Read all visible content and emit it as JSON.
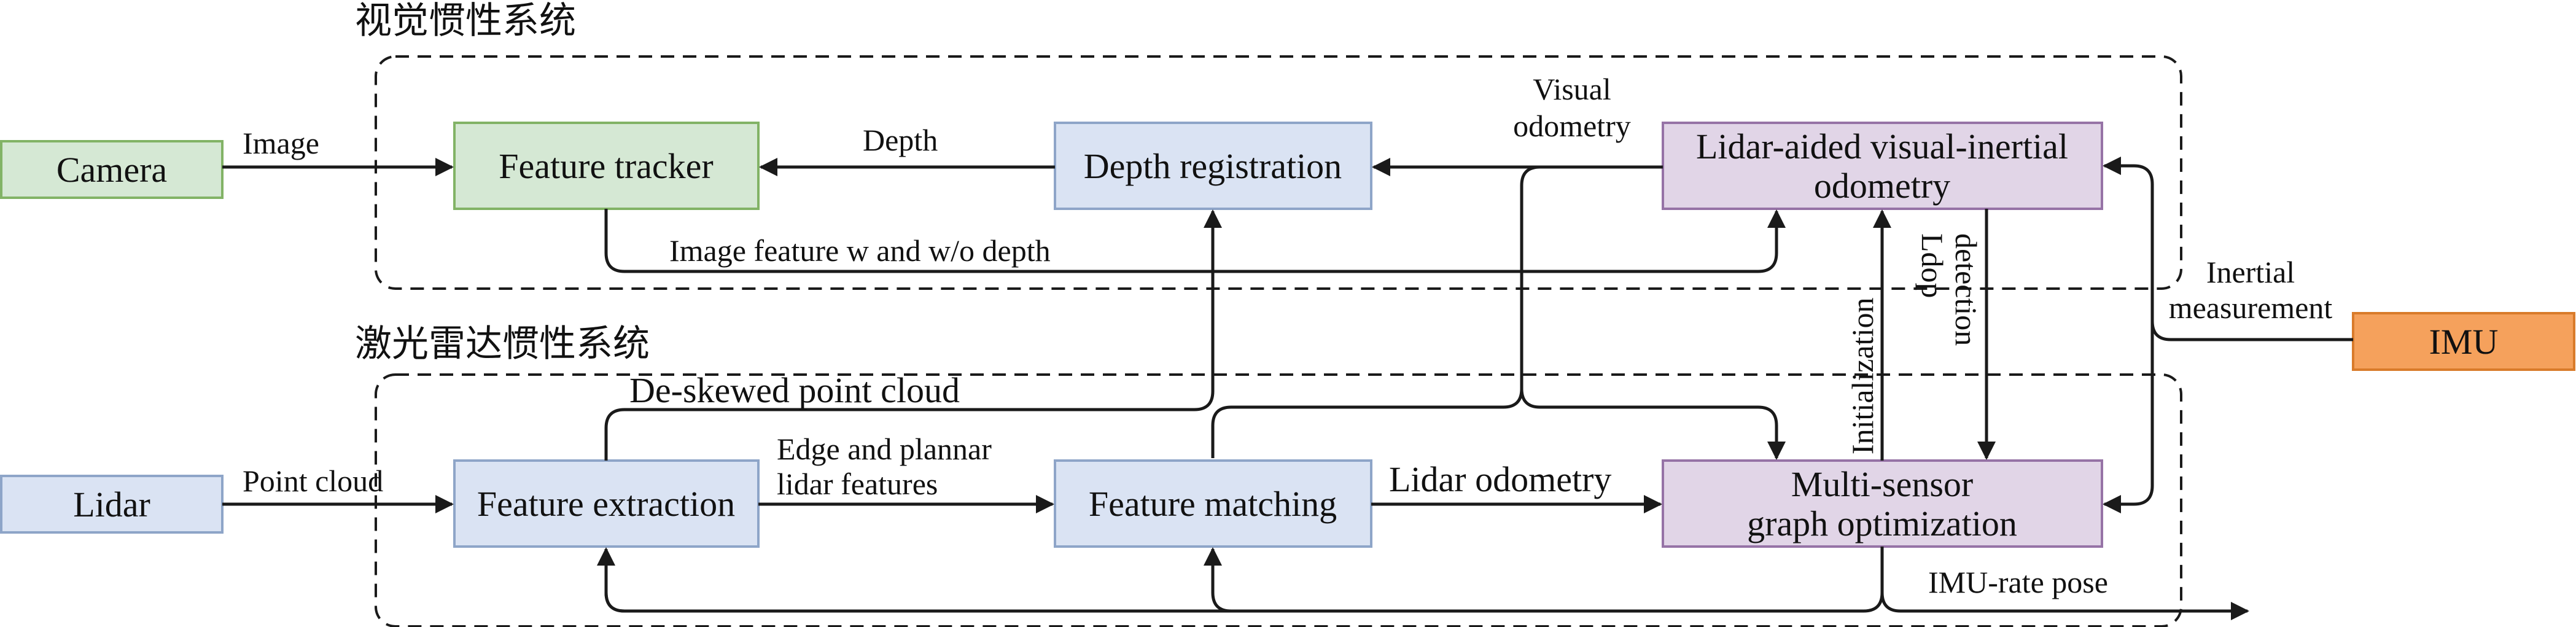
{
  "groups": {
    "visual_inertial": "视觉惯性系统",
    "lidar_inertial": "激光雷达惯性系统"
  },
  "nodes": {
    "camera": "Camera",
    "feature_tracker": "Feature tracker",
    "depth_registration": "Depth registration",
    "lvio_line1": "Lidar-aided visual-inertial",
    "lvio_line2": "odometry",
    "lidar": "Lidar",
    "feature_extraction": "Feature extraction",
    "feature_matching": "Feature matching",
    "mgo_line1": "Multi-sensor",
    "mgo_line2": "graph optimization",
    "imu": "IMU"
  },
  "edges": {
    "image": "Image",
    "depth": "Depth",
    "visual_odometry_line1": "Visual",
    "visual_odometry_line2": "odometry",
    "image_feature": "Image feature w and w/o depth",
    "deskewed_point_cloud": "De-skewed point cloud",
    "point_cloud": "Point cloud",
    "edge_features_line1": "Edge and plannar",
    "edge_features_line2": "lidar features",
    "lidar_odometry": "Lidar odometry",
    "initialization": "Initialization",
    "loop_detection_line1": "Ldop",
    "loop_detection_line2": "detection",
    "inertial_measurement_line1": "Inertial",
    "inertial_measurement_line2": "measurement",
    "imu_rate_pose": "IMU-rate pose"
  },
  "colors": {
    "green_fill": "#d5e8d4",
    "green_stroke": "#82b366",
    "blue_fill": "#dae3f3",
    "blue_stroke": "#8ea5c8",
    "purple_fill": "#e1d5e7",
    "purple_stroke": "#9673a6",
    "orange_fill": "#f5a15c",
    "orange_stroke": "#d97b2a"
  }
}
